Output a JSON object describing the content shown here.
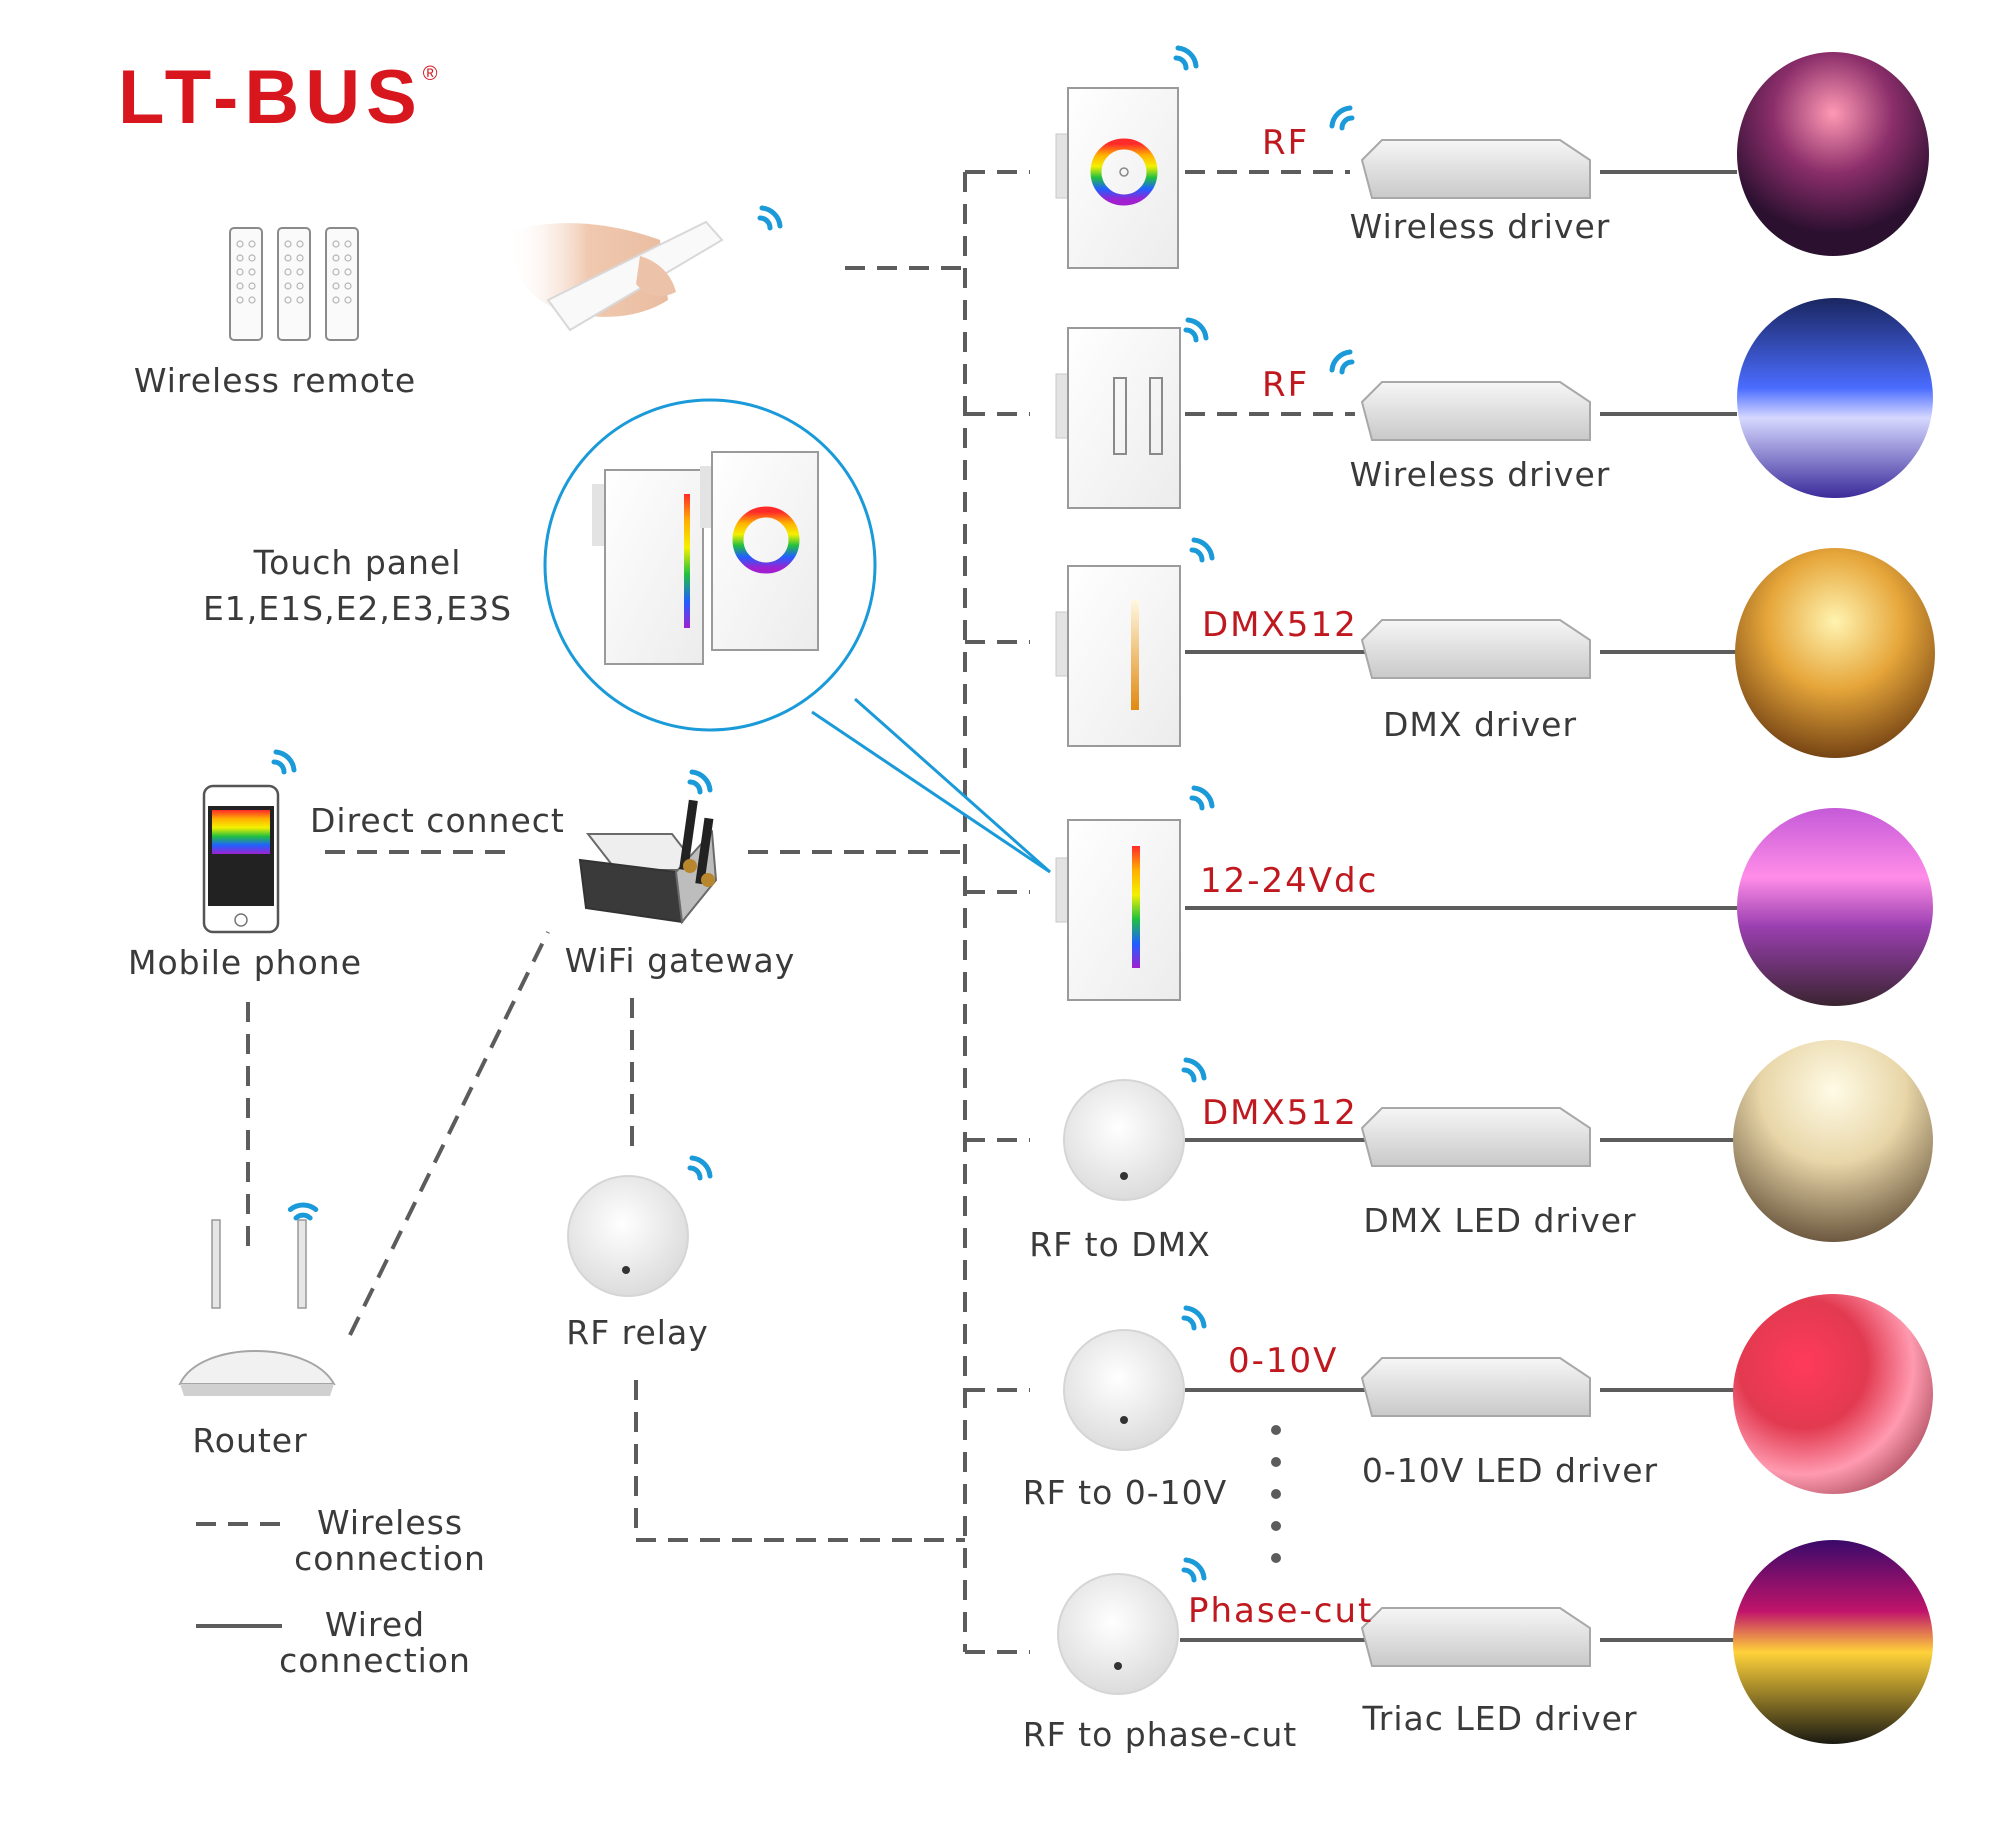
{
  "brand": {
    "logo_text": "LT-BUS",
    "registered_mark": "®",
    "color": "#d7161e"
  },
  "colors": {
    "line": "#5c5c5c",
    "protocol_text": "#c0181f",
    "wifi": "#1a9ad9",
    "callout": "#1a9ad9"
  },
  "sources": {
    "wireless_remote": "Wireless remote",
    "touch_panel_title": "Touch panel",
    "touch_panel_models": "E1,E1S,E2,E3,E3S",
    "mobile_phone": "Mobile phone",
    "direct_connect": "Direct connect",
    "wifi_gateway": "WiFi gateway",
    "router": "Router",
    "rf_relay": "RF relay"
  },
  "receivers": [
    {
      "device": "",
      "protocol": "RF",
      "driver": "Wireless driver"
    },
    {
      "device": "",
      "protocol": "RF",
      "driver": "Wireless driver"
    },
    {
      "device": "",
      "protocol": "DMX512",
      "driver": "DMX driver"
    },
    {
      "device": "",
      "protocol": "12-24Vdc",
      "driver": ""
    },
    {
      "device": "RF to DMX",
      "protocol": "DMX512",
      "driver": "DMX LED driver"
    },
    {
      "device": "RF to 0-10V",
      "protocol": "0-10V",
      "driver": "0-10V LED driver"
    },
    {
      "device": "RF to phase-cut",
      "protocol": "Phase-cut",
      "driver": "Triac LED driver"
    }
  ],
  "legend": {
    "wireless_line1": "Wireless",
    "wireless_line2": "connection",
    "wired_line1": "Wired",
    "wired_line2": "connection"
  },
  "icons": [
    "wifi-icon",
    "remote-icon",
    "hand-remote-icon",
    "touch-panel-icon",
    "phone-icon",
    "gateway-icon",
    "router-icon",
    "rf-relay-icon",
    "led-driver-icon",
    "scene-photo-icon"
  ]
}
